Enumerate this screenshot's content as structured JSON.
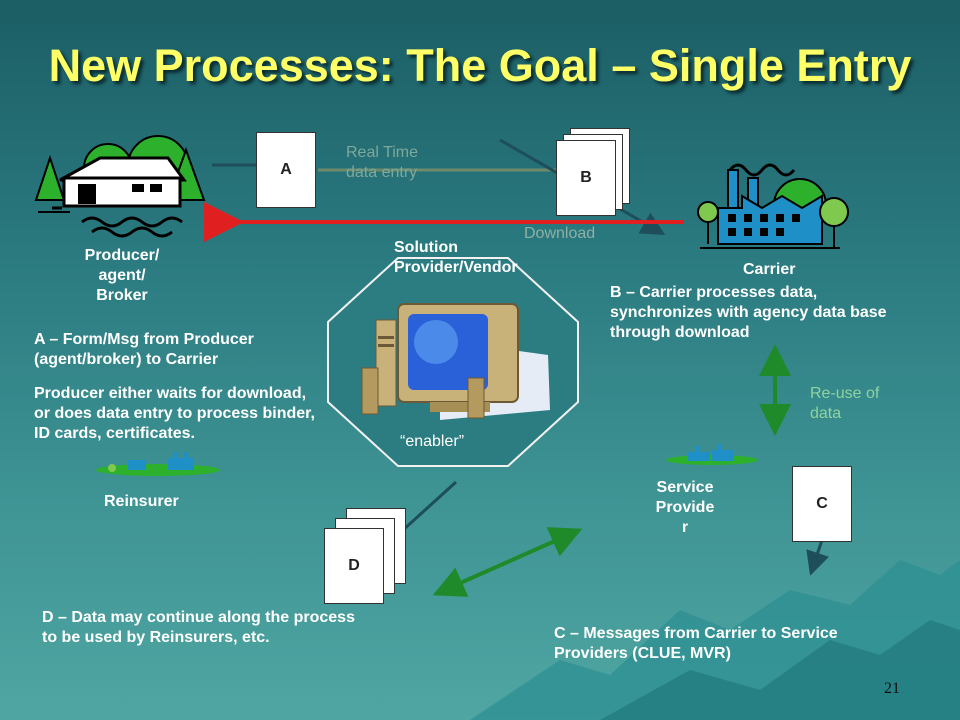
{
  "slide": {
    "title": "New Processes: The Goal – Single Entry",
    "page_number": "21"
  },
  "docs": {
    "a": "A",
    "b": "B",
    "c": "C",
    "d": "D"
  },
  "labels": {
    "real_time_line1": "Real Time",
    "real_time_line2": "data entry",
    "download": "Download",
    "producer_line1": "Producer/",
    "producer_line2": "agent/",
    "producer_line3": "Broker",
    "carrier": "Carrier",
    "solution_line1": "Solution",
    "solution_line2": "Provider/Vendor",
    "enabler": "“enabler”",
    "reuse_line1": "Re-use of",
    "reuse_line2": "data",
    "reinsurer": "Reinsurer",
    "service_line1": "Service",
    "service_line2": "Provide",
    "service_line3": "r"
  },
  "notes": {
    "a_line1": "A – Form/Msg from Producer",
    "a_line2": "(agent/broker) to Carrier",
    "producer_line1": "Producer either waits for download,",
    "producer_line2": "or does data entry to process binder,",
    "producer_line3": "ID cards, certificates.",
    "b_line1": "B – Carrier processes data,",
    "b_line2": "synchronizes with agency data base",
    "b_line3": "through download",
    "c_line1": "C – Messages from Carrier to Service",
    "c_line2": "Providers (CLUE, MVR)",
    "d_line1": "D – Data may continue along the process",
    "d_line2": "to be used by Reinsurers, etc."
  },
  "colors": {
    "title": "#ffff66",
    "download_arrow": "#e02020",
    "green_arrow": "#1e8a2a",
    "flow_line": "#1d4e5a"
  }
}
